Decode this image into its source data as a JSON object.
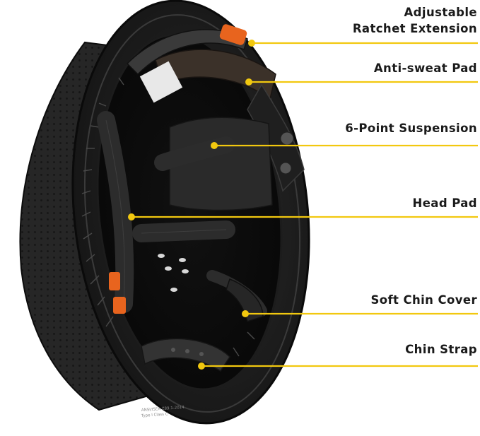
{
  "figure": {
    "product": "hard-hat-helmet-interior",
    "accent_color": "#f2c80f",
    "shell_color": "#232323",
    "strap_color": "#2c2c2c",
    "orange_color": "#e8641e",
    "shell_imprint_lines": [
      "ANSI/ISEA Z89.1-2014",
      "Type I Class C"
    ]
  },
  "callouts": [
    {
      "id": "ratchet",
      "lines": [
        "Adjustable",
        "Ratchet Extension"
      ]
    },
    {
      "id": "antisweat",
      "lines": [
        "Anti-sweat Pad"
      ]
    },
    {
      "id": "suspension",
      "lines": [
        "6-Point Suspension"
      ]
    },
    {
      "id": "headpad",
      "lines": [
        "Head Pad"
      ]
    },
    {
      "id": "chincover",
      "lines": [
        "Soft Chin Cover"
      ]
    },
    {
      "id": "chinstrap",
      "lines": [
        "Chin Strap"
      ]
    }
  ]
}
